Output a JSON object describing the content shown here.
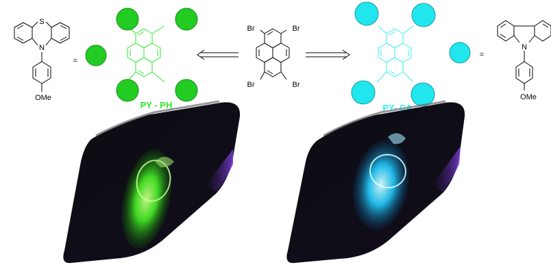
{
  "left_substituent": {
    "sulfur_label": "S",
    "nitrogen_label": "N",
    "methoxy_label": "OMe",
    "equals_sign": "="
  },
  "left_compound": {
    "name": "PY - PH",
    "color": "#2ee82e",
    "dot_color": "#22cc22"
  },
  "center_reagent": {
    "bromine_labels": [
      "Br",
      "Br",
      "Br",
      "Br"
    ]
  },
  "right_compound": {
    "name": "PY- CA",
    "color": "#33f0f0",
    "dot_color": "#22e6ee"
  },
  "right_substituent": {
    "nitrogen_label": "N",
    "methoxy_label": "OMe",
    "equals_sign": "="
  },
  "photos": {
    "left_glow_color": "#44ff33",
    "right_glow_color": "#33ddff",
    "panel_color": "#15131c"
  }
}
